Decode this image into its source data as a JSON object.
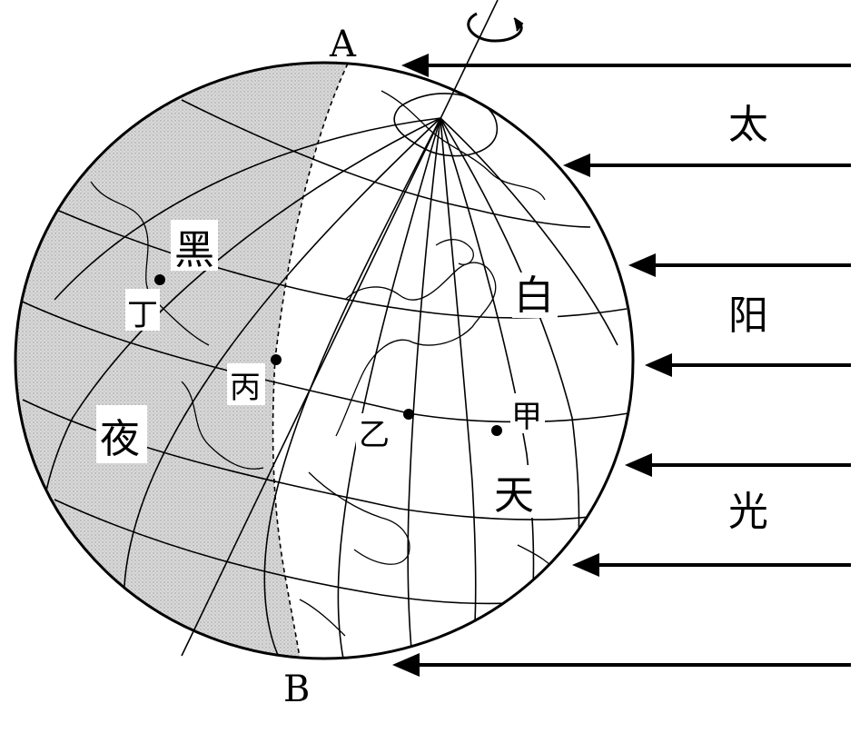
{
  "labels": {
    "point_a": "A",
    "point_b": "B",
    "night": [
      "黑",
      "夜"
    ],
    "day": [
      "白",
      "天"
    ],
    "sunlight": [
      "太",
      "阳",
      "光"
    ]
  },
  "points": {
    "jia": "甲",
    "yi": "乙",
    "bing": "丙",
    "ding": "丁"
  },
  "colors": {
    "night_fill": "#d2d2d2",
    "line": "#000000",
    "background": "#ffffff"
  },
  "icons": {
    "rotation": "rotation-arrow-icon",
    "sun_rays": "arrow-left-icon"
  }
}
